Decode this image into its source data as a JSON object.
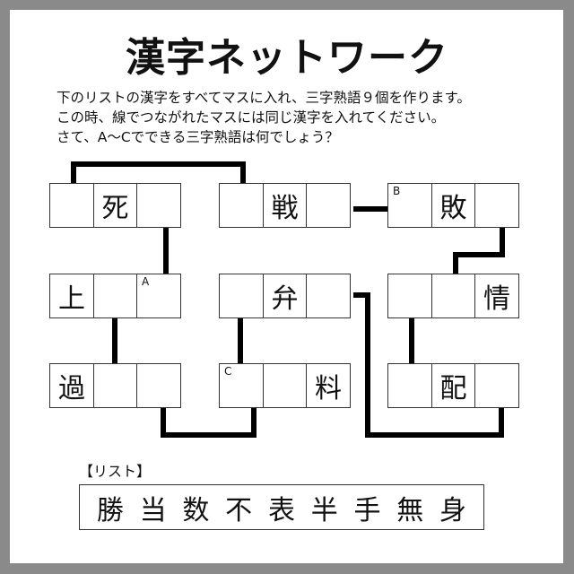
{
  "title": "漢字ネットワーク",
  "instructions": [
    "下のリストの漢字をすべてマスに入れ、三字熟語９個を作ります。",
    "この時、線でつながれたマスには同じ漢字を入れてください。",
    "さて、A〜Cでできる三字熟語は何でしょう？"
  ],
  "grid": {
    "rows": [
      [
        {
          "cells": [
            "",
            "死",
            ""
          ],
          "labels": [
            "",
            "",
            ""
          ]
        },
        {
          "cells": [
            "",
            "戦",
            ""
          ],
          "labels": [
            "",
            "",
            ""
          ]
        },
        {
          "cells": [
            "",
            "敗",
            ""
          ],
          "labels": [
            "B",
            "",
            ""
          ]
        }
      ],
      [
        {
          "cells": [
            "上",
            "",
            ""
          ],
          "labels": [
            "",
            "",
            "A"
          ]
        },
        {
          "cells": [
            "",
            "弁",
            ""
          ],
          "labels": [
            "",
            "",
            ""
          ]
        },
        {
          "cells": [
            "",
            "",
            "情"
          ],
          "labels": [
            "",
            "",
            ""
          ]
        }
      ],
      [
        {
          "cells": [
            "過",
            "",
            ""
          ],
          "labels": [
            "",
            "",
            ""
          ]
        },
        {
          "cells": [
            "",
            "",
            "料"
          ],
          "labels": [
            "C",
            "",
            ""
          ]
        },
        {
          "cells": [
            "",
            "配",
            ""
          ],
          "labels": [
            "",
            "",
            ""
          ]
        }
      ]
    ]
  },
  "list": {
    "title": "【リスト】",
    "kanji": [
      "勝",
      "当",
      "数",
      "不",
      "表",
      "半",
      "手",
      "無",
      "身"
    ]
  },
  "colors": {
    "frame": "#8a8a8a",
    "panel": "#ffffff",
    "line": "#000000",
    "border": "#333333"
  }
}
